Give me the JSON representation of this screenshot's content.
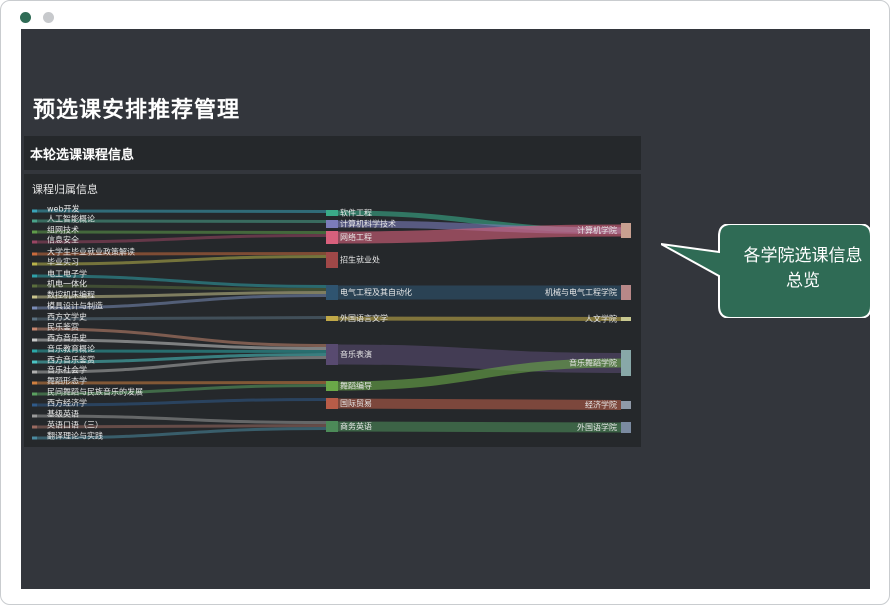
{
  "page_title": "预选课安排推荐管理",
  "panel": {
    "header": "本轮选课课程信息",
    "subheader": "课程归属信息"
  },
  "callout": {
    "text": "各学院选课信息总览",
    "color": "#2f6b55"
  },
  "sankey": {
    "courses": [
      {
        "label": "web开发",
        "color": "#3aa3b8"
      },
      {
        "label": "人工智能概论",
        "color": "#4aa38a"
      },
      {
        "label": "组网技术",
        "color": "#5f9c4a"
      },
      {
        "label": "信息安全",
        "color": "#9a4563"
      },
      {
        "label": "大学生毕业就业政策解读",
        "color": "#c96a3c"
      },
      {
        "label": "毕业实习",
        "color": "#b8b24a"
      },
      {
        "label": "电工电子学",
        "color": "#2fa0a8"
      },
      {
        "label": "机电一体化",
        "color": "#5a6e3d"
      },
      {
        "label": "数控机床编程",
        "color": "#c9c38c"
      },
      {
        "label": "模具设计与制造",
        "color": "#7a8cb8"
      },
      {
        "label": "西方文学史",
        "color": "#5a7080"
      },
      {
        "label": "民乐鉴赏",
        "color": "#c7866f"
      },
      {
        "label": "西方音乐史",
        "color": "#c8c8c8"
      },
      {
        "label": "音乐教育概论",
        "color": "#2ba8a8"
      },
      {
        "label": "西方音乐鉴赏",
        "color": "#4ac4c4"
      },
      {
        "label": "音乐社会学",
        "color": "#b0b0b0"
      },
      {
        "label": "舞蹈形态学",
        "color": "#d08040"
      },
      {
        "label": "民间舞蹈与民族音乐的发展",
        "color": "#5aa060"
      },
      {
        "label": "西方经济学",
        "color": "#2f5a8a"
      },
      {
        "label": "基级英语",
        "color": "#9a9a9a"
      },
      {
        "label": "英语口语（三）",
        "color": "#9a6a60"
      },
      {
        "label": "翻译理论与实践",
        "color": "#4a8aa0"
      }
    ],
    "departments": [
      {
        "label": "软件工程",
        "color": "#3aaa88"
      },
      {
        "label": "计算机科学技术",
        "color": "#7c7cba"
      },
      {
        "label": "网络工程",
        "color": "#d8607c"
      },
      {
        "label": "招生就业处",
        "color": "#a04848"
      },
      {
        "label": "电气工程及其自动化",
        "color": "#2f5470"
      },
      {
        "label": "外国语言文学",
        "color": "#c0a848"
      },
      {
        "label": "音乐表演",
        "color": "#584a70"
      },
      {
        "label": "舞蹈编导",
        "color": "#6aa848"
      },
      {
        "label": "国际贸易",
        "color": "#b85c48"
      },
      {
        "label": "商务英语",
        "color": "#4c8a58"
      }
    ],
    "colleges": [
      {
        "label": "计算机学院",
        "color": "#c8a090"
      },
      {
        "label": "机械与电气工程学院",
        "color": "#b88888"
      },
      {
        "label": "人文学院",
        "color": "#c8c890"
      },
      {
        "label": "音乐舞蹈学院",
        "color": "#88a8a8"
      },
      {
        "label": "经济学院",
        "color": "#909aa8"
      },
      {
        "label": "外国语学院",
        "color": "#7a8aa0"
      }
    ]
  }
}
